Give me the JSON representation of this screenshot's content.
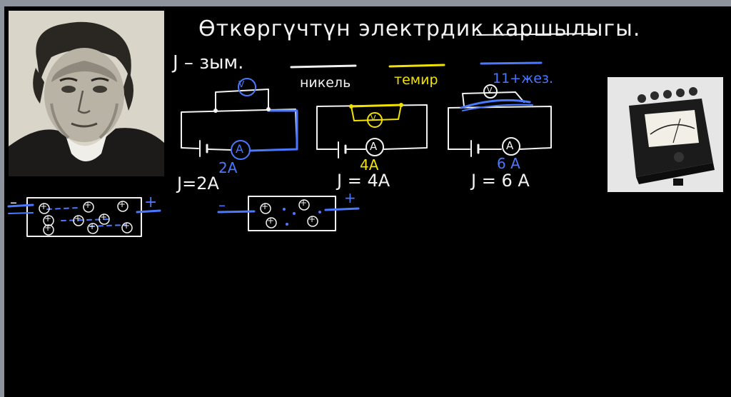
{
  "title": "Өткөргүчтүн электрдик каршылыгы.",
  "current_def": "J – зым.",
  "materials": [
    {
      "label": "никель",
      "color": "#ffffff"
    },
    {
      "label": "темир",
      "color": "#f2e200"
    },
    {
      "label": "жез.",
      "color": "#4a78ff",
      "prefix": "11+"
    }
  ],
  "circuits": [
    {
      "ammeter": "A",
      "voltmeter": "V",
      "current_blue": "2A",
      "current_white": "J=2A"
    },
    {
      "ammeter": "A",
      "voltmeter": "V",
      "current_blue": "4A",
      "current_white": "J = 4A"
    },
    {
      "ammeter": "A",
      "voltmeter": "V",
      "current_blue": "6 A",
      "current_white": "J = 6 A"
    }
  ],
  "lattice": {
    "minus": "–",
    "plus": "+",
    "ion_symbol": "+"
  },
  "colors": {
    "chalk": "#f2f2f2",
    "blue": "#4a78ff",
    "yellow": "#f2e200",
    "board": "#000000",
    "frame": "#8e949d"
  }
}
